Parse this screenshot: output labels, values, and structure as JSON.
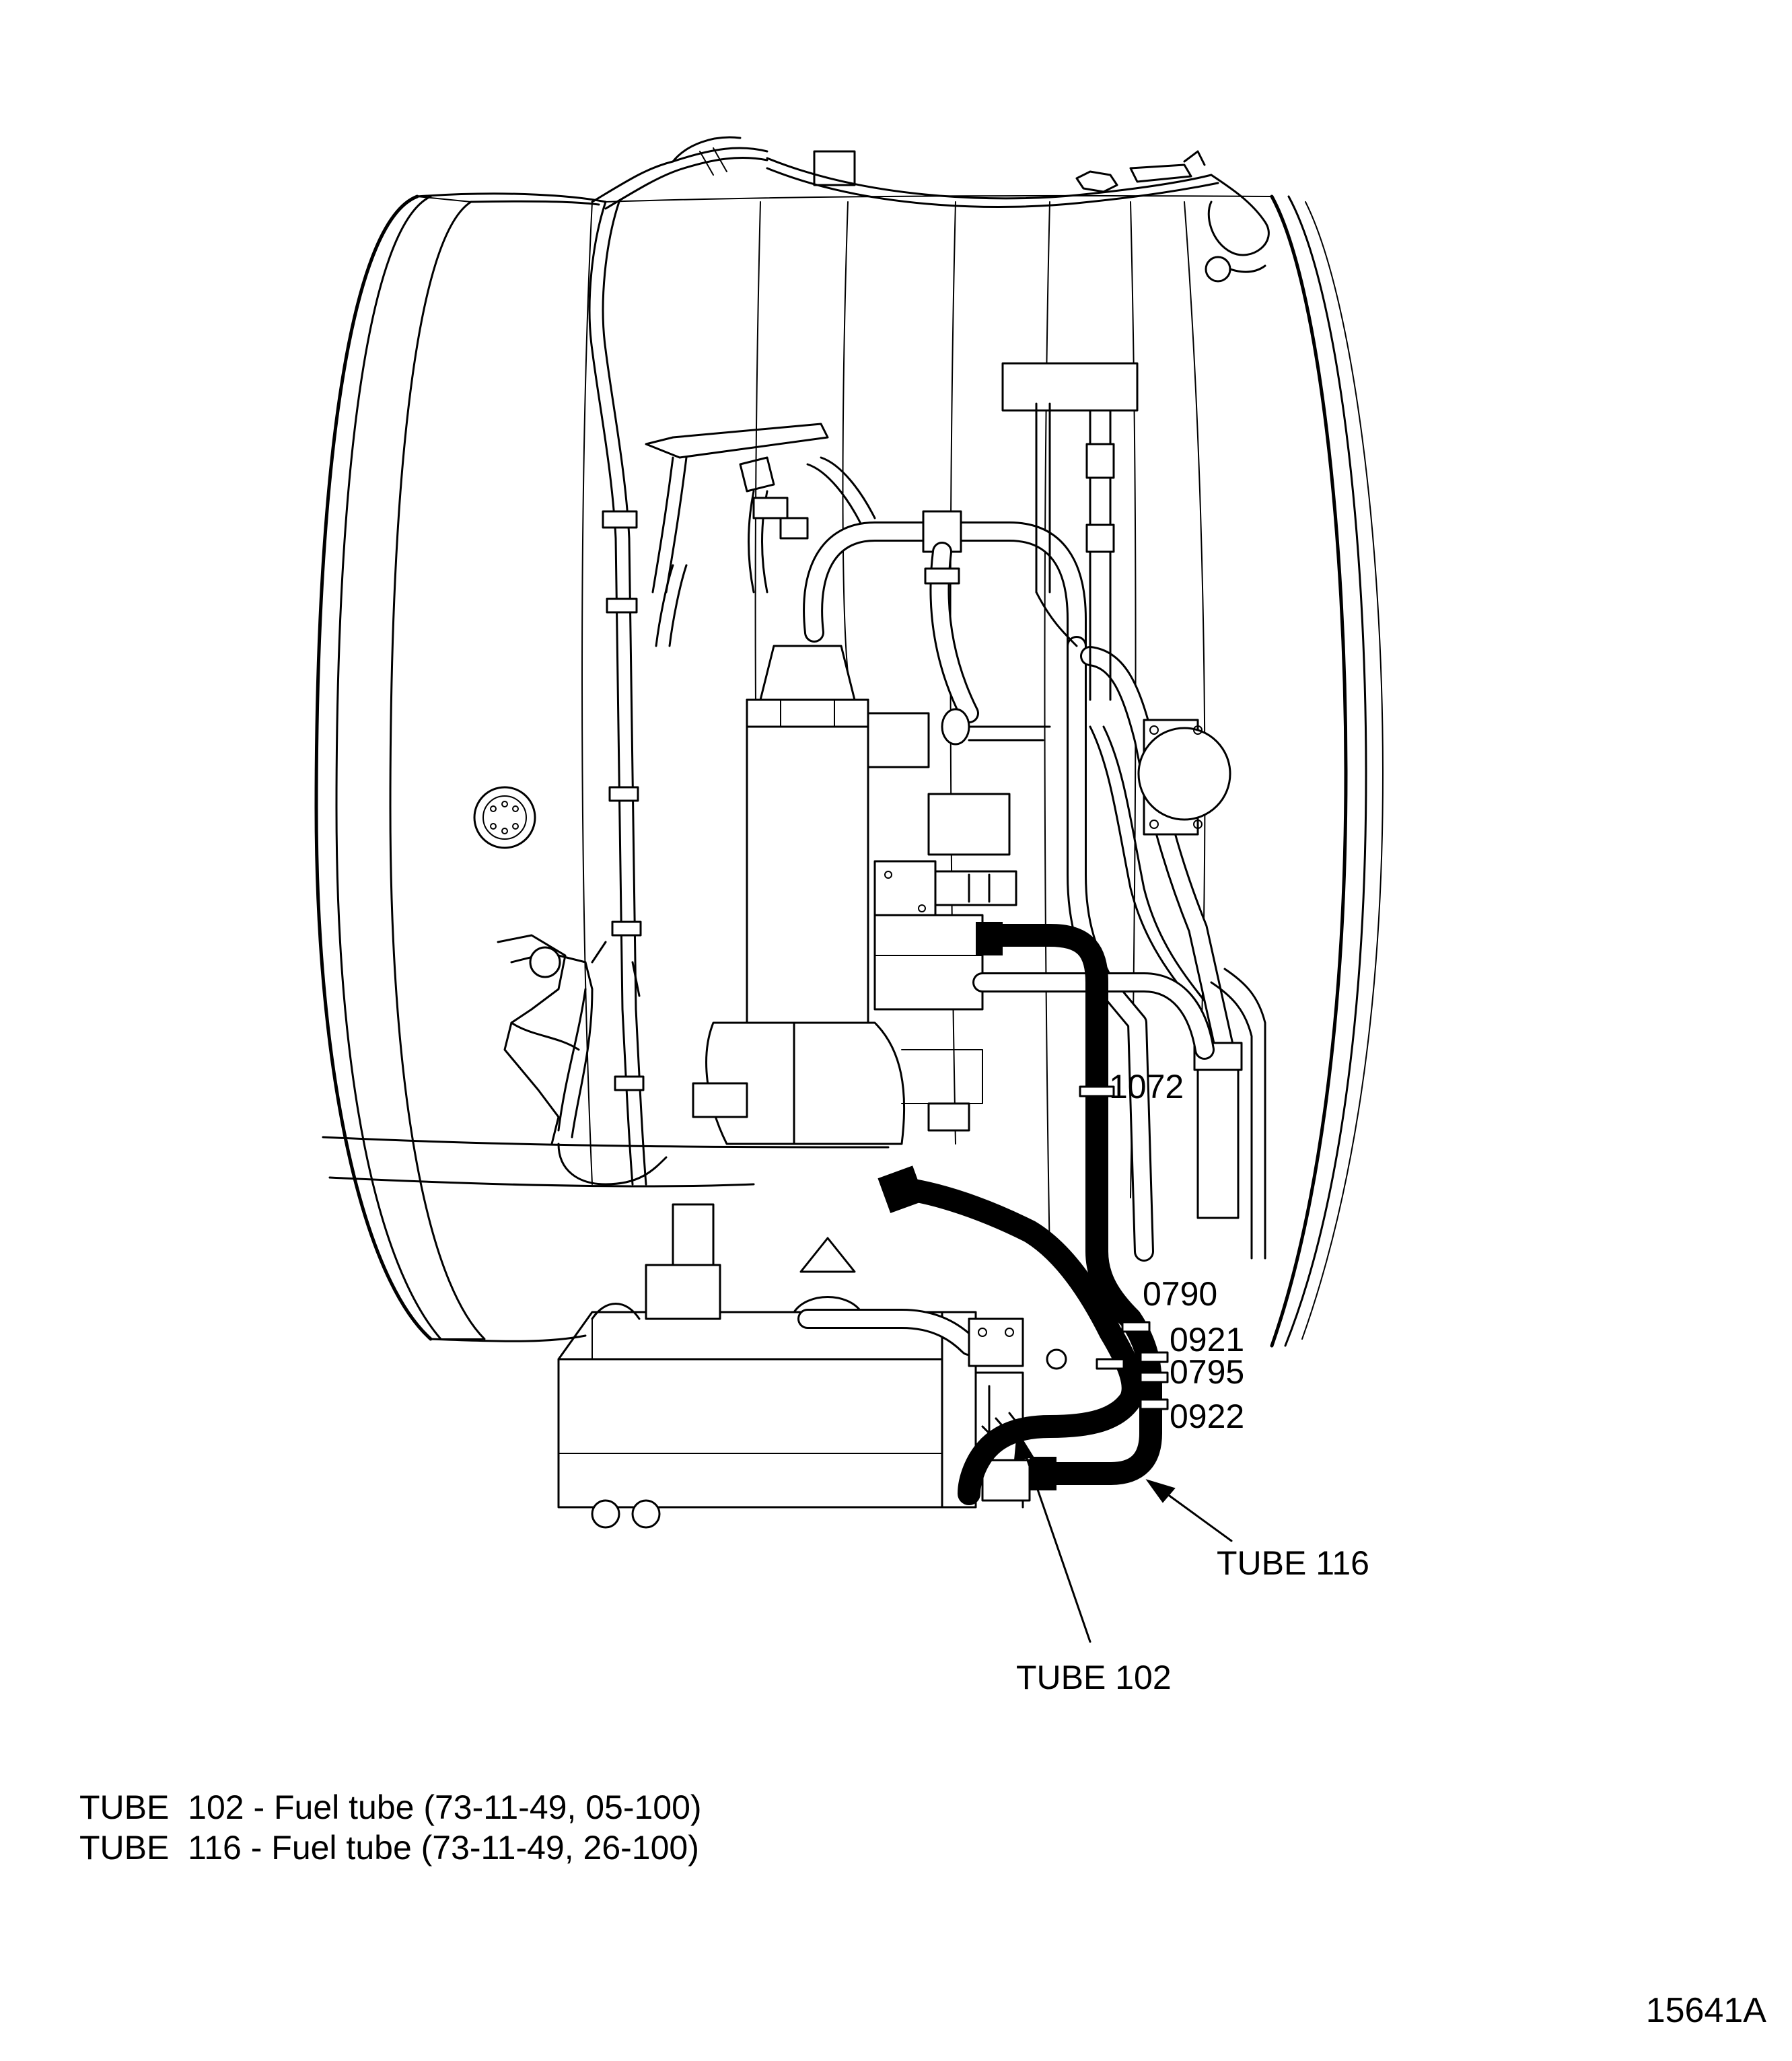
{
  "callouts": {
    "c1072": "1072",
    "c0790": "0790",
    "c0921": "0921",
    "c0795": "0795",
    "c0922": "0922"
  },
  "tube_labels": {
    "tube116": "TUBE 116",
    "tube102": "TUBE 102"
  },
  "legend": {
    "line1": "TUBE  102 - Fuel tube (73-11-49, 05-100)",
    "line2": "TUBE  116 - Fuel tube (73-11-49, 26-100)"
  },
  "figure_id": "15641A"
}
